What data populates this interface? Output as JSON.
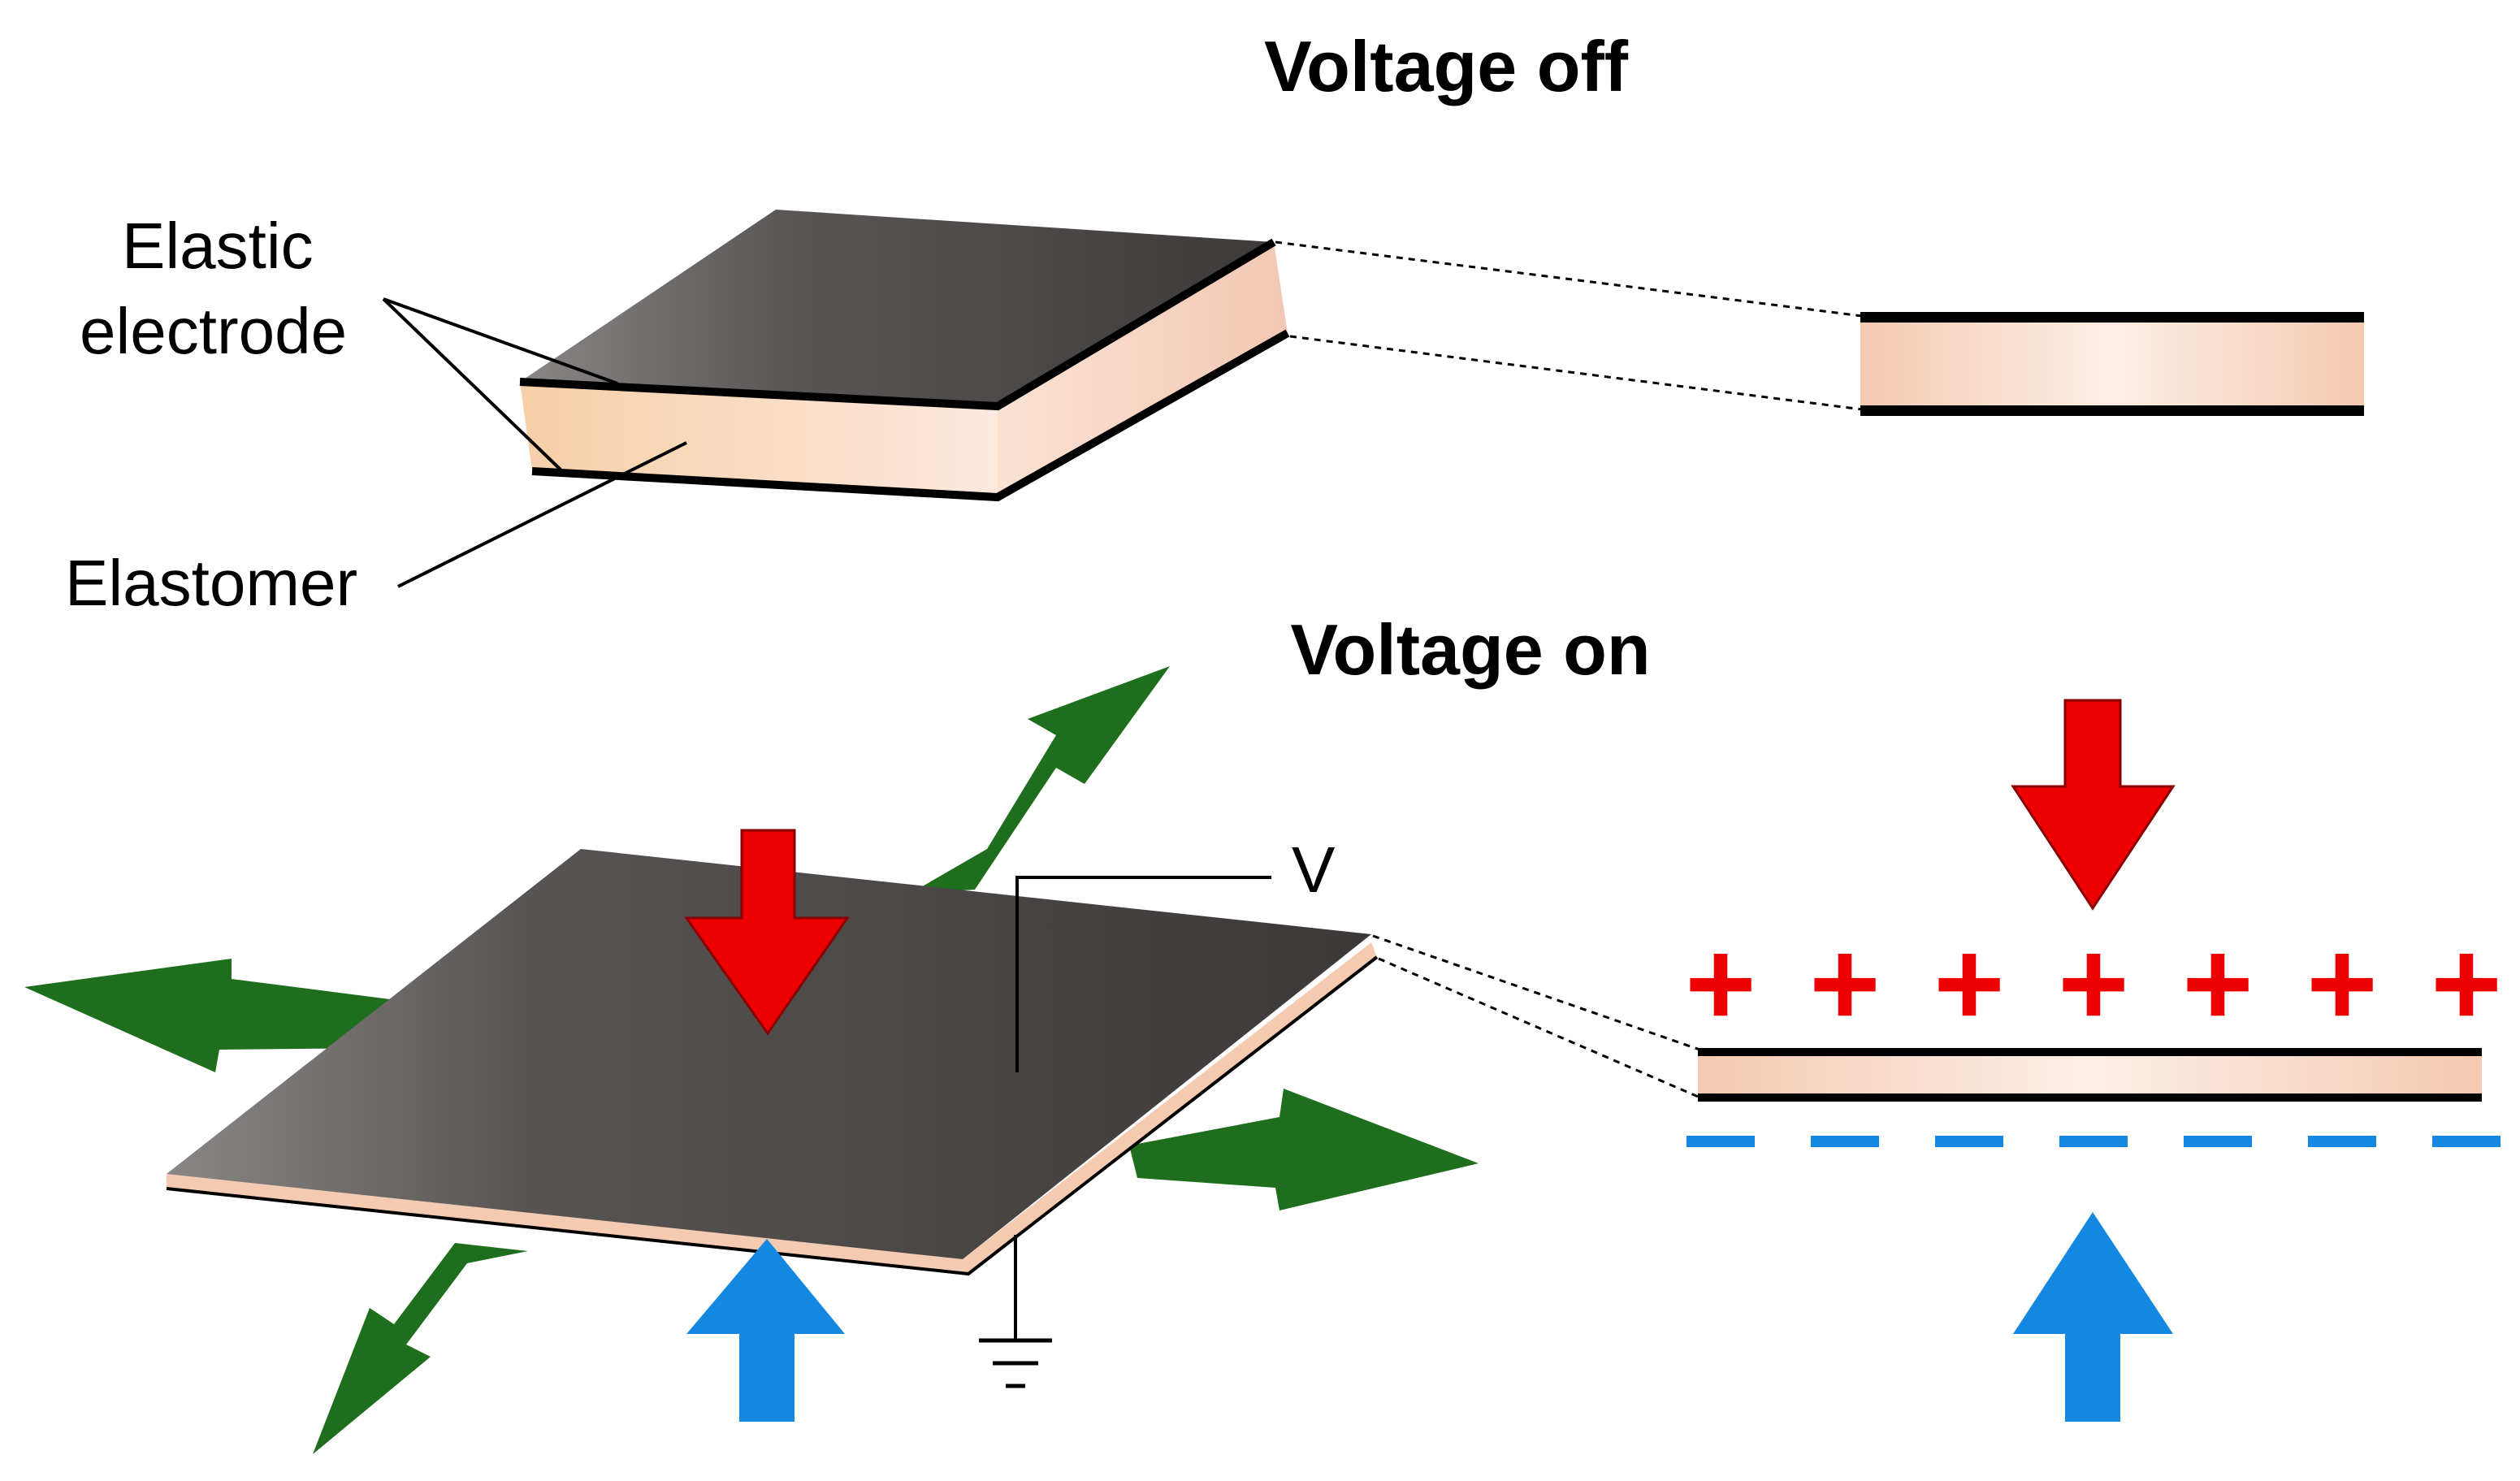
{
  "titles": {
    "voltage_off": "Voltage off",
    "voltage_on": "Voltage on"
  },
  "labels": {
    "elastic_line1": "Elastic",
    "elastic_line2": "electrode",
    "elastomer": "Elastomer",
    "voltage": "V"
  },
  "charges": {
    "positive_symbol": "+",
    "positive_count": 7,
    "negative_count": 7
  },
  "colors": {
    "electrode": "#555050",
    "elastomer": "#fadcc8",
    "stretch_arrow": "#1e6e1e",
    "compression_arrow_top": "#ee0000",
    "compression_arrow_bottom": "#1488e0",
    "positive_charge": "#ee0000",
    "negative_charge": "#1488e0"
  }
}
